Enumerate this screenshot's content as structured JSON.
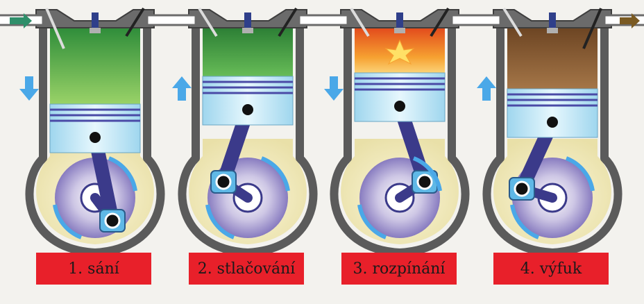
{
  "strokes": [
    {
      "label": "1. sání"
    },
    {
      "label": "2. stlačování"
    },
    {
      "label": "3. rozpínání"
    },
    {
      "label": "4. výfuk"
    }
  ],
  "colors": {
    "wall": "#5b5b5b",
    "background": "#f3f2ee",
    "label_box": "#e8202a",
    "intake_charge": "#4aa83a",
    "compressed_charge": "#3f9a3c",
    "combustion": "#f08a2a",
    "exhaust_gas": "#8a5a2c",
    "piston": "#b9e6f7",
    "connecting_rod": "#3b3a8a",
    "direction_arrow": "#4aa8e8",
    "intake_arrow": "#2f8f6a",
    "exhaust_arrow": "#7a5a22"
  },
  "icons": {
    "intake": "arrow-right-icon",
    "exhaust": "arrow-right-icon",
    "piston_motion": [
      "arrow-down-icon",
      "arrow-up-icon",
      "arrow-down-icon",
      "arrow-up-icon"
    ],
    "crank_rotation": [
      "clockwise-arrow-icon",
      "clockwise-arrow-icon",
      "clockwise-arrow-icon",
      "clockwise-arrow-icon"
    ]
  }
}
